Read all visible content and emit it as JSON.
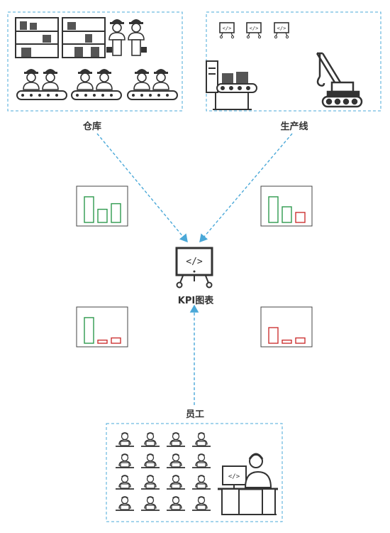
{
  "labels": {
    "warehouse": "仓库",
    "production": "生产线",
    "kpi": "KPI图表",
    "staff": "员工"
  },
  "icons": {
    "warehouse_group": [
      "shelving-icon",
      "worker-icon",
      "conveyor-worker-icon"
    ],
    "production_group": [
      "monitor-icon",
      "conveyor-belt-icon",
      "crane-icon"
    ],
    "kpi_center": "kpi-monitor-icon",
    "staff_group": [
      "employee-desk-icon",
      "support-agent-icon"
    ]
  },
  "colors": {
    "connector": "#4aa8d8",
    "bar_green": "#2e9a4e",
    "bar_red": "#cc3333",
    "icon_stroke": "#333333"
  },
  "mini_charts": [
    {
      "position": "top-left",
      "bars": [
        {
          "value": 0.82,
          "color": "green"
        },
        {
          "value": 0.42,
          "color": "green"
        },
        {
          "value": 0.6,
          "color": "green"
        }
      ]
    },
    {
      "position": "top-right",
      "bars": [
        {
          "value": 0.82,
          "color": "green"
        },
        {
          "value": 0.5,
          "color": "green"
        },
        {
          "value": 0.32,
          "color": "red"
        }
      ]
    },
    {
      "position": "bottom-left",
      "bars": [
        {
          "value": 0.82,
          "color": "green"
        },
        {
          "value": 0.1,
          "color": "red"
        },
        {
          "value": 0.17,
          "color": "red"
        }
      ]
    },
    {
      "position": "bottom-right",
      "bars": [
        {
          "value": 0.5,
          "color": "red"
        },
        {
          "value": 0.1,
          "color": "red"
        },
        {
          "value": 0.17,
          "color": "red"
        }
      ]
    }
  ]
}
